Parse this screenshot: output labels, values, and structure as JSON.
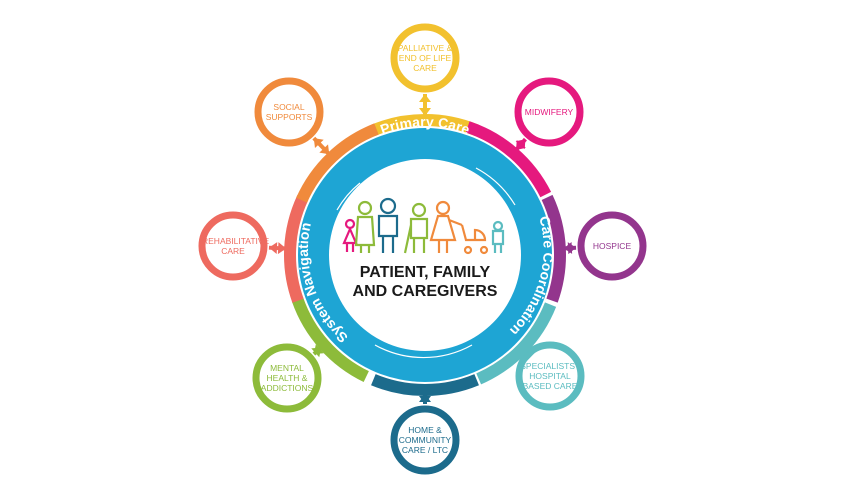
{
  "center": {
    "line1": "PATIENT, FAMILY",
    "line2": "AND CAREGIVERS"
  },
  "ring": {
    "top": "Primary Care",
    "right": "Care Coordination",
    "left": "System Navigation",
    "color": "#1ea5d4"
  },
  "satellites": [
    {
      "id": "palliative",
      "label": "Palliative & End of Life Care",
      "color": "#f2c12e"
    },
    {
      "id": "midwifery",
      "label": "Midwifery",
      "color": "#e5197e"
    },
    {
      "id": "hospice",
      "label": "Hospice",
      "color": "#93358d"
    },
    {
      "id": "specialists",
      "label": "Specialists / Hospital Based Care",
      "color": "#5bbcc0"
    },
    {
      "id": "home",
      "label": "Home & Community Care / LTC",
      "color": "#1c6b8c"
    },
    {
      "id": "mental",
      "label": "Mental Health & Addictions",
      "color": "#8dbb3a"
    },
    {
      "id": "rehab",
      "label": "Rehabilitative Care",
      "color": "#ee6a5f"
    },
    {
      "id": "social",
      "label": "Social Supports",
      "color": "#f08a3c"
    }
  ]
}
